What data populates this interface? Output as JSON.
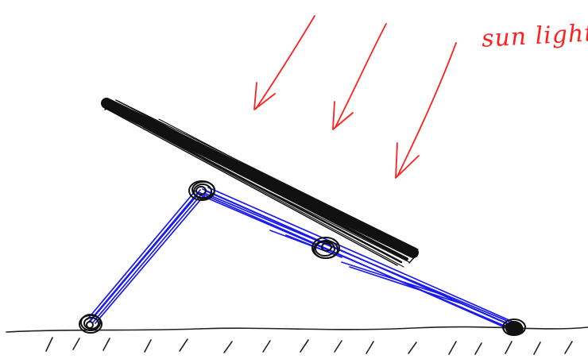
{
  "diagram": {
    "sunlight_label": "sun light"
  },
  "colors": {
    "sunlight": "#ff2020",
    "panel": "#111111",
    "frame": "#1a1aee",
    "ground": "#222222",
    "joint": "#111111"
  },
  "elements": {
    "sunlight_arrows": 3,
    "joints": 4,
    "ground_hatch_marks": 16
  }
}
